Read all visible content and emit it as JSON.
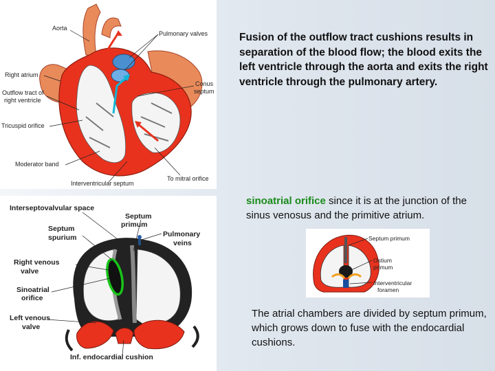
{
  "main_text": "Fusion of the outflow tract cushions results in separation of the blood flow; the blood exits the left ventricle through the aorta and exits the right ventricle through the pulmonary artery.",
  "sino": {
    "highlight": "sinoatrial orifice",
    "rest": " since it is at the junction of the sinus venosus and the primitive atrium."
  },
  "atrial_text": "The atrial chambers are divided by septum primum, which grows down to fuse with the endocardial cushions.",
  "top_diagram": {
    "aorta": "Aorta",
    "pulmonary_valves": "Pulmonary valves",
    "right_atrium": "Right atrium",
    "outflow_line1": "Outflow tract of",
    "outflow_line2": "right ventricle",
    "conus_line1": "Conus",
    "conus_line2": "septum",
    "tricuspid": "Tricuspid orifice",
    "moderator": "Moderator band",
    "interventricular": "Interventricular septum",
    "mitral": "To mitral orifice"
  },
  "bottom_diagram": {
    "interseptovalvular": "Interseptovalvular space",
    "septum_primum_l1": "Septum",
    "septum_primum_l2": "primum",
    "septum_spurium_l1": "Septum",
    "septum_spurium_l2": "spurium",
    "pulmonary_veins_l1": "Pulmonary",
    "pulmonary_veins_l2": "veins",
    "right_venous_l1": "Right venous",
    "right_venous_l2": "valve",
    "sinoatrial_l1": "Sinoatrial",
    "sinoatrial_l2": "orifice",
    "left_venous_l1": "Left venous",
    "left_venous_l2": "valve",
    "inf_endocardial": "Inf. endocardial cushion"
  },
  "small_diagram": {
    "septum_primum": "Septum primum",
    "ostium_l1": "Ostium",
    "ostium_l2": "primum",
    "interventricular_l1": "Interventricular",
    "interventricular_l2": "foramen"
  },
  "colors": {
    "heart_red": "#e8321e",
    "heart_orange": "#e98a5a",
    "valve_blue": "#4a8fd0",
    "arrow_cyan": "#14b5d6",
    "orifice_green": "#19c419",
    "highlight_green": "#1a8a1a"
  }
}
